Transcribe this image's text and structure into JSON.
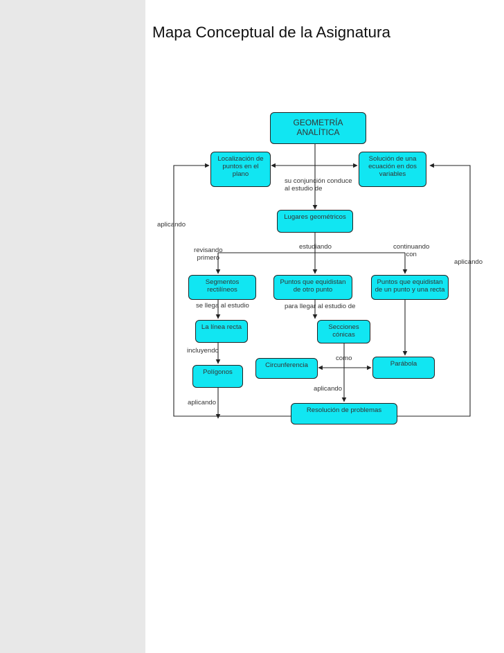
{
  "page": {
    "title": "Mapa Conceptual de la Asignatura"
  },
  "diagram": {
    "nodes": {
      "geometria": "GEOMETRÍA\nANALÍTICA",
      "localizacion": "Localización de\npuntos en el\nplano",
      "solucion": "Solución de una\necuación en dos\nvariables",
      "lugares": "Lugares geométricos",
      "segmentos": "Segmentos\nrectilíneos",
      "puntos_otro": "Puntos que equidistan\nde otro punto",
      "puntos_recta": "Puntos que equidistan\nde un punto y una recta",
      "linea_recta": "La línea recta",
      "secciones": "Secciones\ncónicas",
      "circunferencia": "Circunferencia",
      "parabola": "Parábola",
      "poligonos": "Polígonos",
      "resolucion": "Resolución de problemas"
    },
    "labels": {
      "conjuncion": "su conjunción  conduce\nal estudio de",
      "aplicando_left": "aplicando",
      "aplicando_right": "aplicando",
      "revisando": "revisando\nprimero",
      "estudiando": "estudiando",
      "continuando": "continuando\ncon",
      "se_llega": "se llega al estudio",
      "para_llegar": "para llegar al estudio  de",
      "incluyendo": "incluyendo",
      "como": "como",
      "aplicando_mid": "aplicando",
      "aplicando_low": "aplicando"
    },
    "colors": {
      "node_fill": "#11e6f2",
      "line": "#222222",
      "sidebar": "#e8e8e8"
    }
  }
}
